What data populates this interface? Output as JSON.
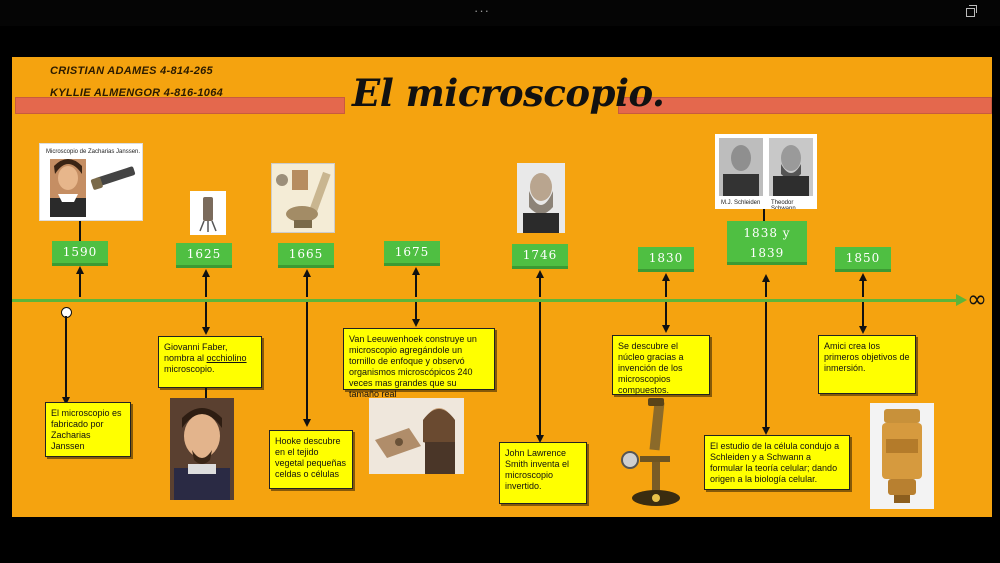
{
  "window": {
    "menu_icon": "more-dots-icon",
    "restore_icon": "restore-window-icon"
  },
  "slide": {
    "authors": [
      "CRISTIAN ADAMES 4-814-265",
      "KYLLIE ALMENGOR 4-816-1064"
    ],
    "title": "El microscopio.",
    "infinity_symbol": "∞"
  },
  "events": [
    {
      "year": "1590",
      "text": "El microscopio es fabricado por Zacharias Janssen"
    },
    {
      "year": "1625",
      "text_pre": "Giovanni Faber, nombra al ",
      "text_link": "occhiolino",
      "text_post": " microscopio."
    },
    {
      "year": "1665",
      "text": "Hooke descubre en el tejido vegetal pequeñas celdas o células"
    },
    {
      "year": "1675",
      "text": "Van Leeuwenhoek construye un microscopio agregándole un tornillo de enfoque y observó organismos microscópicos 240 veces mas grandes que su tamaño real"
    },
    {
      "year": "1746",
      "text": "John Lawrence Smith inventa el microscopio invertido."
    },
    {
      "year": "1830",
      "text": "Se descubre el núcleo gracias a invención de los microscopios compuestos."
    },
    {
      "year_line1": "1838 y",
      "year_line2": "1839",
      "text": "El estudio de la célula condujo a Schleiden y a Schwann a formular la teoría celular; dando origen a la biología celular."
    },
    {
      "year": "1850",
      "text": "Amici crea los primeros objetivos de inmersión."
    }
  ],
  "images": {
    "janssen_caption": "Microscopio de Zacharias Janssen.",
    "schleiden_caption": "M.J. Schleiden",
    "schwann_caption": "Theodor Schwann"
  },
  "colors": {
    "background": "#f5a30f",
    "axis": "#5db53a",
    "year_box": "#4fbf42",
    "card": "#ffff00",
    "band": "#e4684d"
  }
}
